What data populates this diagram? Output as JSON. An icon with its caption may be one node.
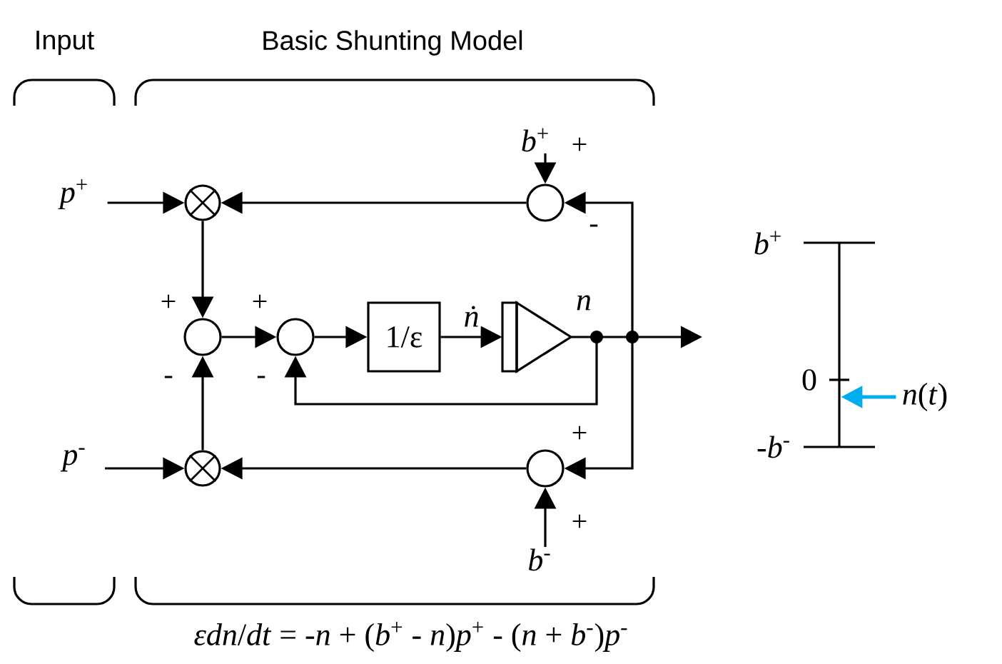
{
  "diagram": {
    "caption": "*εdn*/*dt* = -*n* + (*b*$^{+}$ - *n*)*p*$^{+}$ - (*n* + *b*$^{-}$)*p*$^{-}$",
    "nodes": [
      {
        "text": [
          "*p*$^{+}$"
        ]
      },
      {
        "text": [
          "*p*$^{-}$"
        ]
      },
      {
        "text": [],
        "shape": "multiplier"
      },
      {
        "text": [],
        "shape": "multiplier"
      },
      {
        "text": [],
        "shape": "circle"
      },
      {
        "text": [],
        "shape": "circle"
      },
      {
        "text": [
          "1/ε"
        ]
      },
      {
        "text": [],
        "shape": "triangle"
      },
      {
        "text": [],
        "shape": "dot"
      },
      {
        "text": [],
        "shape": "dot"
      },
      {
        "text": [],
        "shape": "circle"
      },
      {
        "text": [],
        "shape": "circle"
      },
      {
        "text": [
          "*b*$^{+}$"
        ]
      },
      {
        "text": [
          "*b*$^{-}$"
        ]
      },
      {
        "text": [],
        "shape": "bar"
      },
      {
        "text": [
          "*n*(*t*)"
        ]
      }
    ],
    "edges": [
      {
        "from": 0,
        "to": 2,
        "arrow": "to"
      },
      {
        "from": 1,
        "to": 3,
        "arrow": "to"
      },
      {
        "from": 10,
        "to": 2,
        "arrow": "to"
      },
      {
        "from": 11,
        "to": 3,
        "arrow": "to"
      },
      {
        "from": 2,
        "to": 4,
        "arrow": "to"
      },
      {
        "from": 3,
        "to": 4,
        "arrow": "to"
      },
      {
        "from": 4,
        "to": 5,
        "arrow": "to"
      },
      {
        "from": 5,
        "to": 6,
        "arrow": "to"
      },
      {
        "from": 6,
        "to": 7,
        "arrow": "to",
        "label": "*ṅ*"
      },
      {
        "from": 7,
        "to": 8,
        "arrow": "none"
      },
      {
        "from": 8,
        "to": 9,
        "arrow": "none"
      },
      {
        "from": 8,
        "to": 5,
        "arrow": "to"
      },
      {
        "from": 9,
        "to": 10,
        "arrow": "to"
      },
      {
        "from": 9,
        "to": 11,
        "arrow": "to"
      },
      {
        "from": 12,
        "to": 10,
        "arrow": "to"
      },
      {
        "from": 13,
        "to": 11,
        "arrow": "to"
      },
      {
        "from": 9,
        "to": null,
        "arrow": "to"
      },
      {
        "from": 15,
        "to": 14,
        "arrow": "to",
        "color": "#00aeef"
      }
    ],
    "labels": [
      "Input",
      "Basic Shunting Model",
      "+",
      "+",
      "-",
      "-",
      "+",
      "-",
      "*n*",
      "+",
      "+",
      "*b*$^{+}$",
      "0",
      "-*b*$^{-}$"
    ]
  }
}
